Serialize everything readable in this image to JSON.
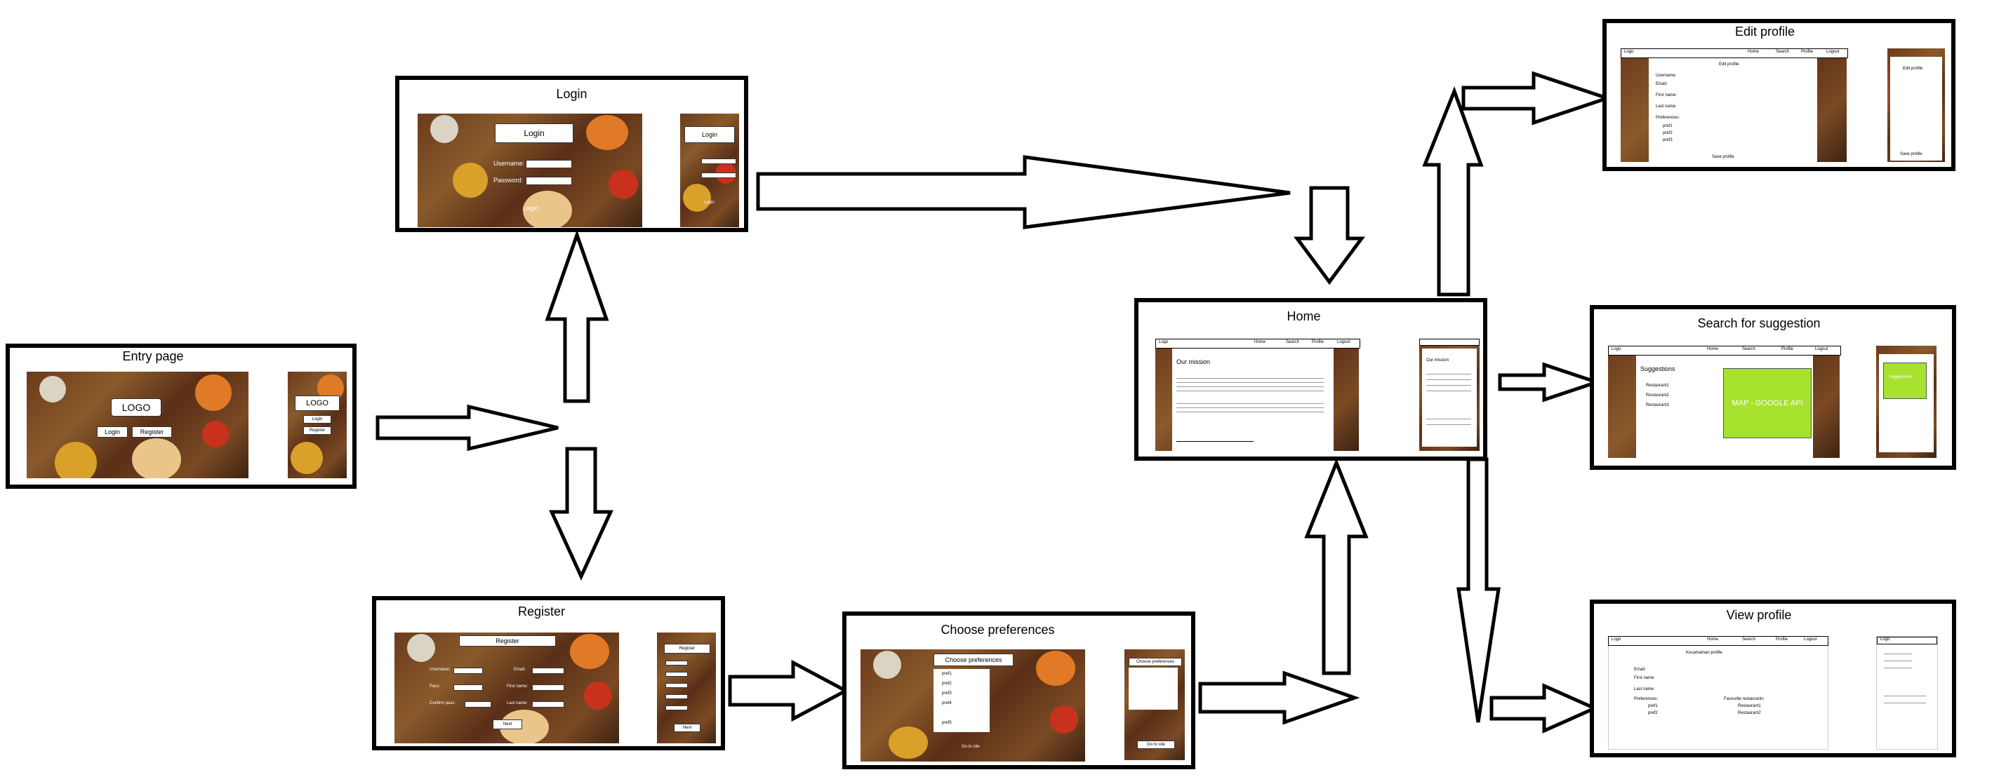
{
  "screens": {
    "entry": {
      "title": "Entry page",
      "logo": "LOGO",
      "login": "Login",
      "register": "Register",
      "mobile_logo": "LOGO",
      "mobile_login": "Login",
      "mobile_register": "Register"
    },
    "login": {
      "title": "Login",
      "heading": "Login",
      "username": "Username:",
      "password": "Password:",
      "button": "Login",
      "mobile_heading": "Login",
      "mobile_button": "Login"
    },
    "register": {
      "title": "Register",
      "heading": "Register",
      "username": "Username:",
      "email": "Email:",
      "pass": "Pass:",
      "first_name": "First name:",
      "confirm_pass": "Confirm pass:",
      "last_name": "Last name:",
      "button": "Next",
      "mobile_heading": "Register",
      "mobile_button": "Next"
    },
    "preferences": {
      "title": "Choose preferences",
      "heading": "Choose preferences",
      "items": [
        "pref1",
        "pref2",
        "pref3",
        "pref4",
        "pref5"
      ],
      "button": "Go to site",
      "mobile_heading": "Choose preferences",
      "mobile_button": "Go to site"
    },
    "home": {
      "title": "Home",
      "logo": "Logo",
      "nav": [
        "Home",
        "Search",
        "Profile",
        "Logout"
      ],
      "mission_heading": "Our mission",
      "mobile_mission_heading": "Our mission"
    },
    "edit_profile": {
      "title": "Edit profile",
      "logo": "Logo",
      "nav": [
        "Home",
        "Search",
        "Profile",
        "Logout"
      ],
      "heading": "Edit profile",
      "fields": [
        "Username:",
        "Email:",
        "First name:",
        "Last name:"
      ],
      "preferences_label": "Preferences:",
      "preferences": [
        "pref1",
        "pref2",
        "pref3"
      ],
      "save": "Save profile",
      "mobile_heading": "Edit profile",
      "mobile_save": "Save profile"
    },
    "search": {
      "title": "Search for suggestion",
      "logo": "Logo",
      "nav": [
        "Home",
        "Search",
        "Profile",
        "Logout"
      ],
      "heading": "Suggestions",
      "restaurants": [
        "Restaurant1",
        "Restaurant2",
        "Restaurant3"
      ],
      "map_label": "MAP - GOOGLE API",
      "mobile_heading": "Suggestions"
    },
    "view_profile": {
      "title": "View profile",
      "logo": "Logo",
      "nav": [
        "Home",
        "Search",
        "Profile",
        "Logout"
      ],
      "heading": "Kocamaman profile",
      "fields": [
        "Email:",
        "First name:",
        "Last name:",
        "Preferences:"
      ],
      "preferences": [
        "pref1",
        "pref2"
      ],
      "favourites_label": "Favourite restaurants",
      "favourites": [
        "Restaurant1",
        "Restaurant2"
      ],
      "mobile_logo": "Logo"
    }
  },
  "colors": {
    "map_green": "#a6e22e",
    "border": "#000000"
  }
}
